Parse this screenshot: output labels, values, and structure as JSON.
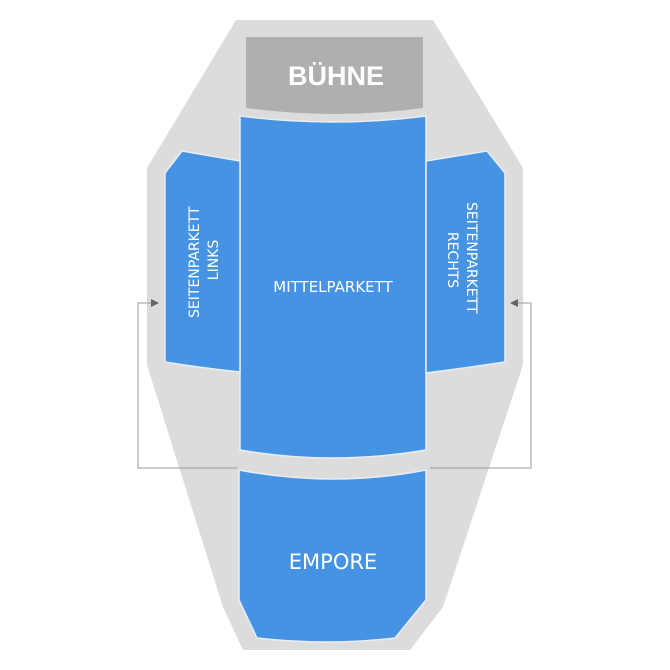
{
  "stage": {
    "label": "BÜHNE"
  },
  "sections": {
    "center": {
      "label": "MITTELPARKETT"
    },
    "left": {
      "line1": "SEITENPARKETT",
      "line2": "LINKS"
    },
    "right": {
      "line1": "SEITENPARKETT",
      "line2": "RECHTS"
    },
    "balcony": {
      "label": "EMPORE"
    }
  },
  "colors": {
    "section": "#4692e3",
    "stage": "#afafaf",
    "hall": "#dcdcdc",
    "connector": "#9a9a9a"
  }
}
